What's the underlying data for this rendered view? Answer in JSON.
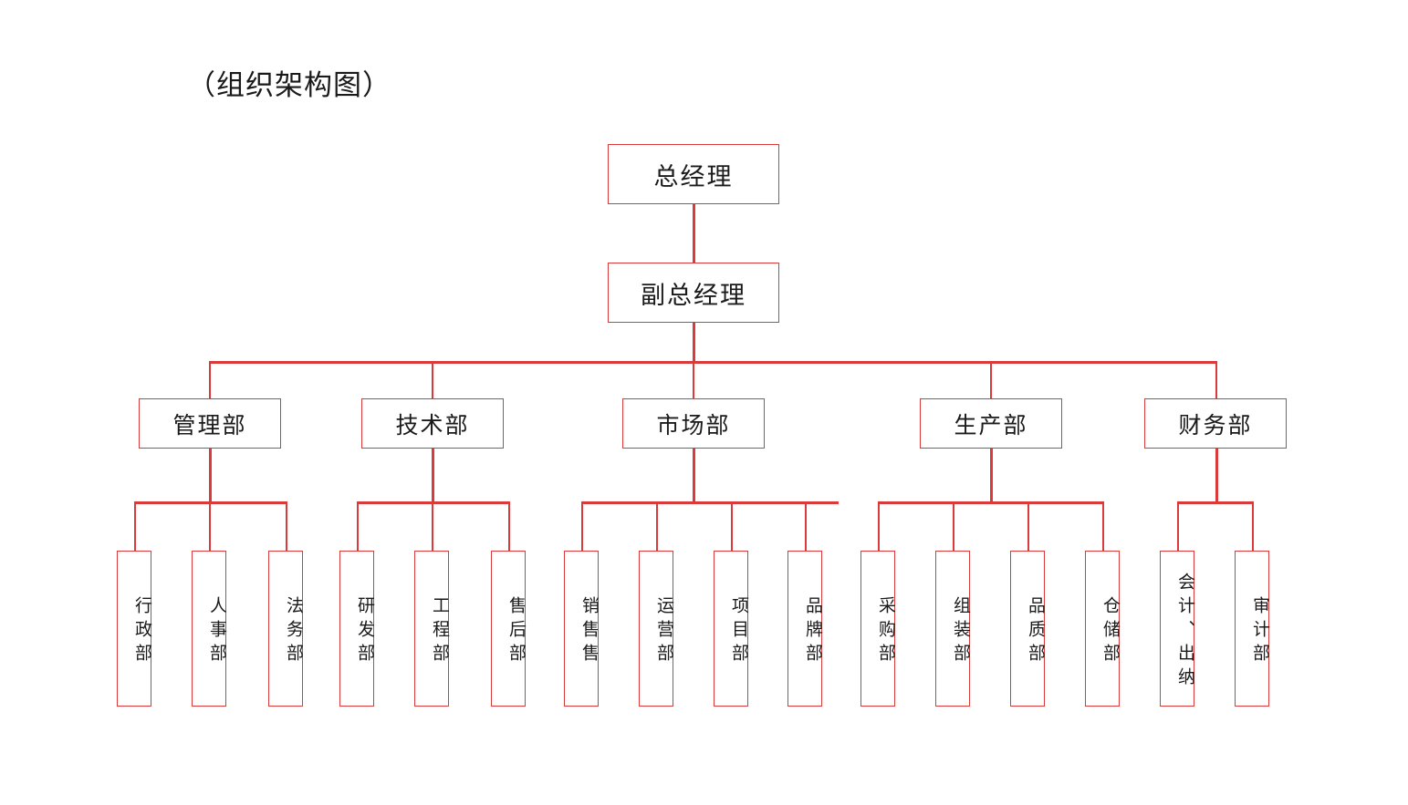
{
  "page": {
    "title": "（组织架构图）",
    "accent_color": "#d93b3b",
    "background_color": "#ffffff",
    "text_color": "#1a1a1a"
  },
  "chart_data": {
    "type": "diagram",
    "diagram_kind": "organizational-chart",
    "title": "（组织架构图）",
    "orientation": "top-down",
    "levels": 3,
    "node_count": 23,
    "root": {
      "id": "general-manager",
      "label": "总经理",
      "children": [
        {
          "id": "deputy-general-manager",
          "label": "副总经理",
          "children": [
            {
              "id": "management-dept",
              "label": "管理部",
              "children": [
                {
                  "id": "admin-dept",
                  "label": "行政部"
                },
                {
                  "id": "hr-dept",
                  "label": "人事部"
                },
                {
                  "id": "legal-dept",
                  "label": "法务部"
                }
              ]
            },
            {
              "id": "technology-dept",
              "label": "技术部",
              "children": [
                {
                  "id": "rnd-dept",
                  "label": "研发部"
                },
                {
                  "id": "engineering-dept",
                  "label": "工程部"
                },
                {
                  "id": "aftersales-dept",
                  "label": "售后部"
                }
              ]
            },
            {
              "id": "market-dept",
              "label": "市场部",
              "children": [
                {
                  "id": "sales-dept",
                  "label": "销售售"
                },
                {
                  "id": "operations-dept",
                  "label": "运营部"
                },
                {
                  "id": "project-dept",
                  "label": "项目部"
                },
                {
                  "id": "brand-dept",
                  "label": "品牌部"
                }
              ]
            },
            {
              "id": "production-dept",
              "label": "生产部",
              "children": [
                {
                  "id": "purchasing-dept",
                  "label": "采购部"
                },
                {
                  "id": "assembly-dept",
                  "label": "组装部"
                },
                {
                  "id": "quality-dept",
                  "label": "品质部"
                },
                {
                  "id": "warehouse-dept",
                  "label": "仓储部"
                }
              ]
            },
            {
              "id": "finance-dept",
              "label": "财务部",
              "children": [
                {
                  "id": "accounting-cashier",
                  "label": "会计、出纳"
                },
                {
                  "id": "audit-dept",
                  "label": "审计部"
                }
              ]
            }
          ]
        }
      ]
    }
  },
  "nodes": {
    "general_manager": "总经理",
    "deputy_general_manager": "副总经理",
    "departments": [
      {
        "label": "管理部"
      },
      {
        "label": "技术部"
      },
      {
        "label": "市场部"
      },
      {
        "label": "生产部"
      },
      {
        "label": "财务部"
      }
    ],
    "management_children": [
      {
        "label": "行政部"
      },
      {
        "label": "人事部"
      },
      {
        "label": "法务部"
      }
    ],
    "technology_children": [
      {
        "label": "研发部"
      },
      {
        "label": "工程部"
      },
      {
        "label": "售后部"
      }
    ],
    "market_children": [
      {
        "label": "销售售"
      },
      {
        "label": "运营部"
      },
      {
        "label": "项目部"
      },
      {
        "label": "品牌部"
      }
    ],
    "production_children": [
      {
        "label": "采购部"
      },
      {
        "label": "组装部"
      },
      {
        "label": "品质部"
      },
      {
        "label": "仓储部"
      }
    ],
    "finance_children": [
      {
        "label": "会计、出纳"
      },
      {
        "label": "审计部"
      }
    ]
  }
}
